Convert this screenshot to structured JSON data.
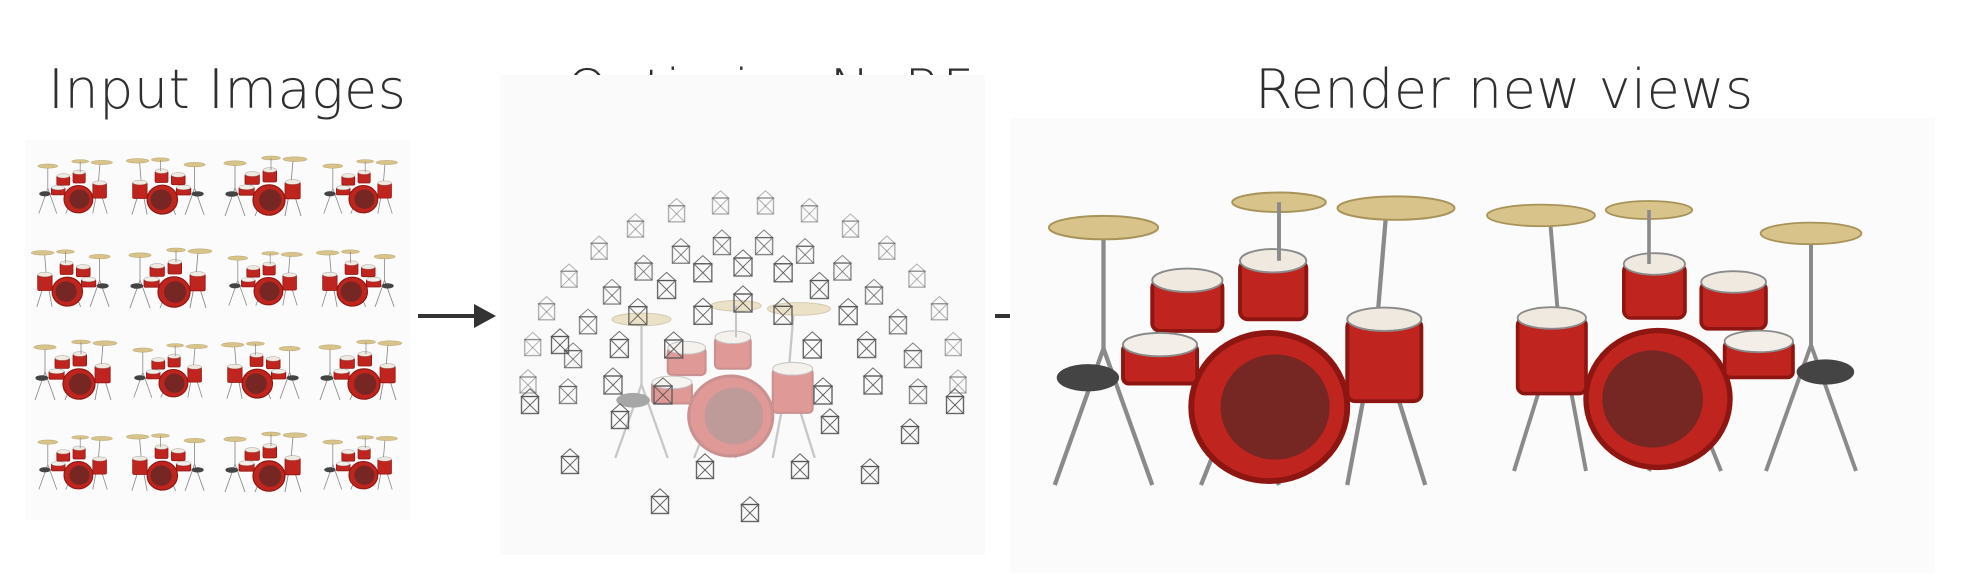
{
  "titles": {
    "input": "Input Images",
    "optimize": "Optimize NeRF",
    "render": "Render new views"
  },
  "colors": {
    "drum_red": "#c0241e",
    "drum_dark_red": "#8e1612",
    "cymbal_gold": "#d8c48a",
    "chrome": "#8a8a8a",
    "title_text": "#2f2f2f",
    "arrow": "#333333",
    "camera_stroke": "#555555"
  },
  "icons": {
    "arrow_1": "arrow-right-icon",
    "arrow_2": "arrow-right-icon"
  }
}
